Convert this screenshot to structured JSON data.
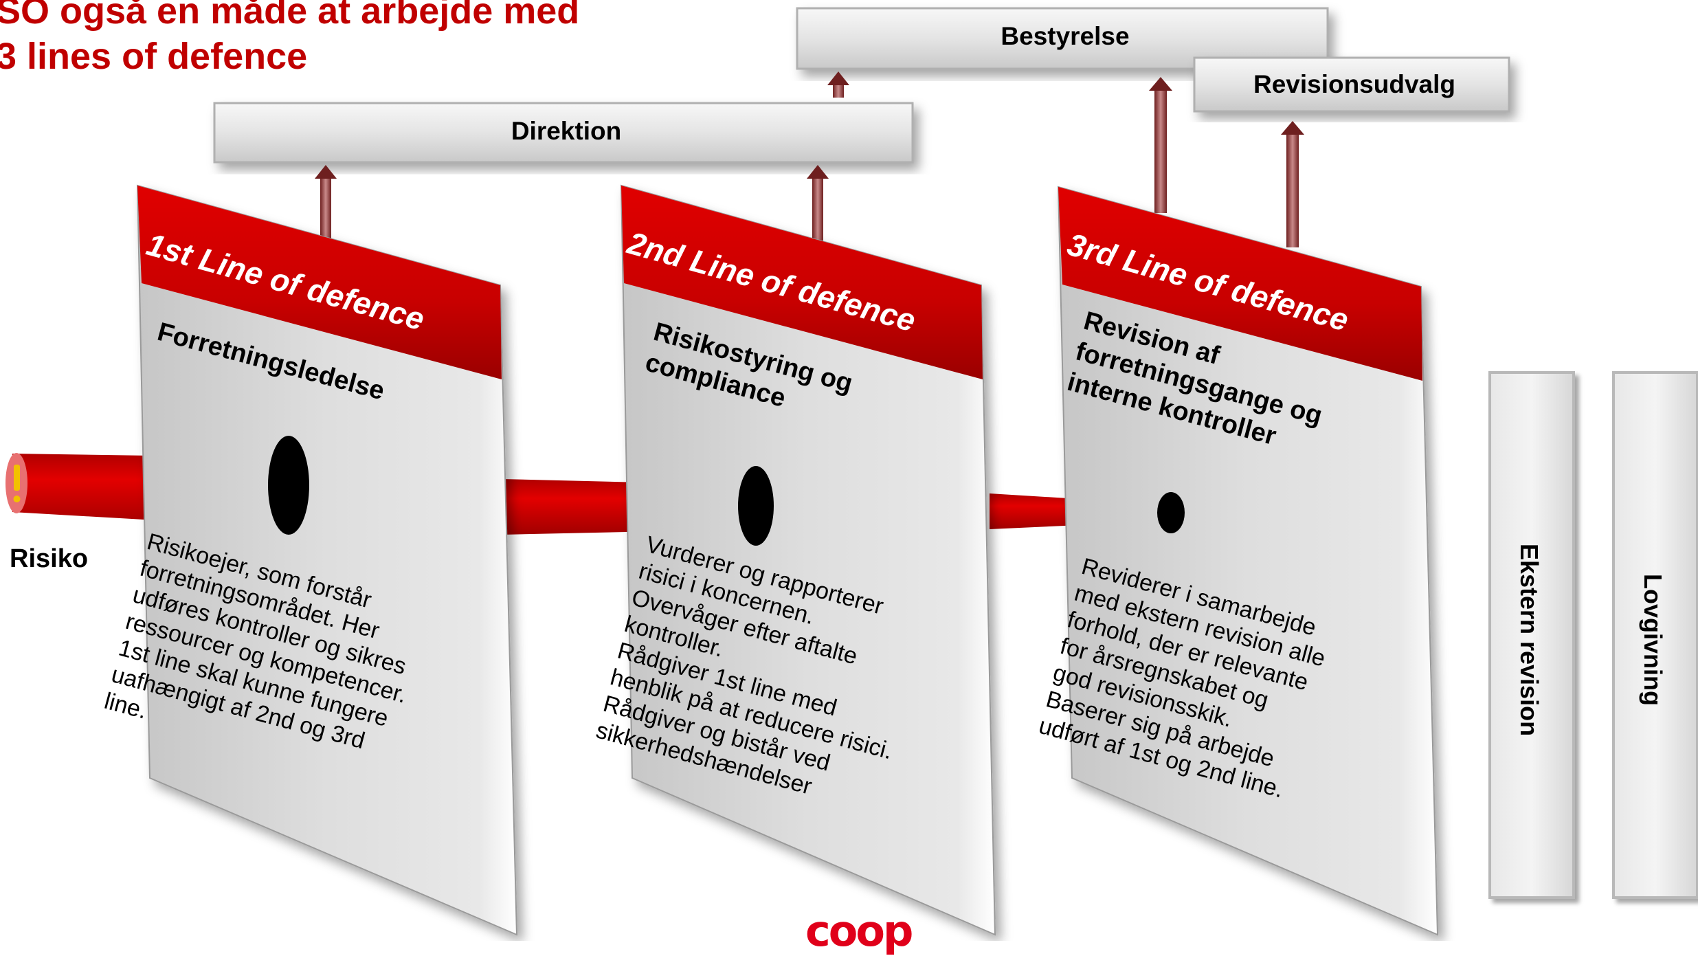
{
  "title": {
    "line1": "SO også en måde at arbejde med",
    "line2": "3 lines of defence"
  },
  "boxes": {
    "bestyrelse": "Bestyrelse",
    "revisionsudvalg": "Revisionsudvalg",
    "direktion": "Direktion",
    "ekstern_revision": "Ekstern revision",
    "lovgivning": "Lovgivning"
  },
  "risiko": {
    "label": "Risiko",
    "icon": "exclamation-icon"
  },
  "panels": [
    {
      "header": "1st Line of defence",
      "subtitle": "Forretningsledelse",
      "body": "Risikoejer, som forstår\nforretningsområdet. Her\nudføres kontroller og sikres\nressourcer og kompetencer.\n1st line skal kunne fungere\nuafhængigt af 2nd og 3rd\nline."
    },
    {
      "header": "2nd Line of defence",
      "subtitle": "Risikostyring og\ncompliance",
      "body": "Vurderer og rapporterer\nrisici i koncernen.\nOvervåger efter aftalte\nkontroller.\nRådgiver 1st line med\nhenblik på at reducere risici.\nRådgiver og bistår ved\nsikkerhedshændelser"
    },
    {
      "header": "3rd Line of defence",
      "subtitle": "Revision af\nforretningsgange og\ninterne kontroller",
      "body": "Reviderer i samarbejde\nmed ekstern revision alle\nforhold, der er relevante\nfor årsregnskabet og\ngod revisionsskik.\nBaserer sig på arbejde\nudført af 1st og 2nd line."
    }
  ],
  "logo": "coop",
  "colors": {
    "accent_red": "#c00000",
    "panel_red": "#d40000",
    "panel_gray": "#d9d9d9",
    "box_gray": "#e6e6e6",
    "arrow": "#8b2e2e",
    "logo_red": "#e0001a"
  }
}
